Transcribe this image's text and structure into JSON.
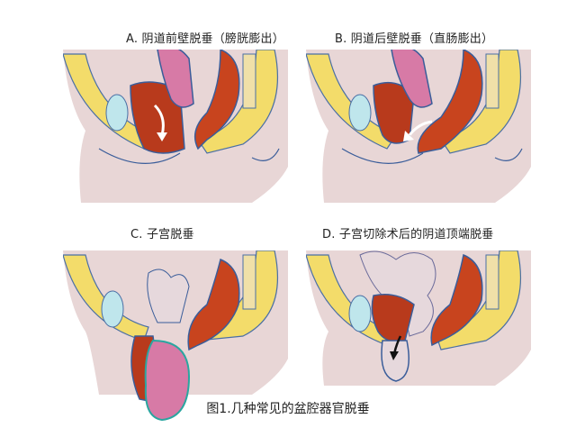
{
  "figure": {
    "caption": "图1.几种常见的盆腔器官脱垂",
    "panels": [
      {
        "id": "A",
        "title": "A. 阴道前壁脱垂（膀胱膨出）",
        "arrow_color": "#ffffff",
        "condition": "anterior-vaginal-wall-prolapse"
      },
      {
        "id": "B",
        "title": "B. 阴道后壁脱垂（直肠膨出）",
        "arrow_color": "#ffffff",
        "condition": "posterior-vaginal-wall-prolapse"
      },
      {
        "id": "C",
        "title": "C. 子宫脱垂",
        "condition": "uterine-prolapse"
      },
      {
        "id": "D",
        "title": "D. 子宫切除术后的阴道顶端脱垂",
        "arrow_color": "#111111",
        "condition": "vaginal-vault-prolapse"
      }
    ]
  },
  "colors": {
    "body": "#e8d6d6",
    "bone": "#f3dc6a",
    "bone_outline": "#4a6fa5",
    "organ_red": "#b83a1c",
    "organ_orange": "#e0602a",
    "uterus_pink": "#d77aa6",
    "bladder_cyan": "#bfe6ec",
    "intestine": "#e6d8dc",
    "outline": "#3a5d9a"
  }
}
